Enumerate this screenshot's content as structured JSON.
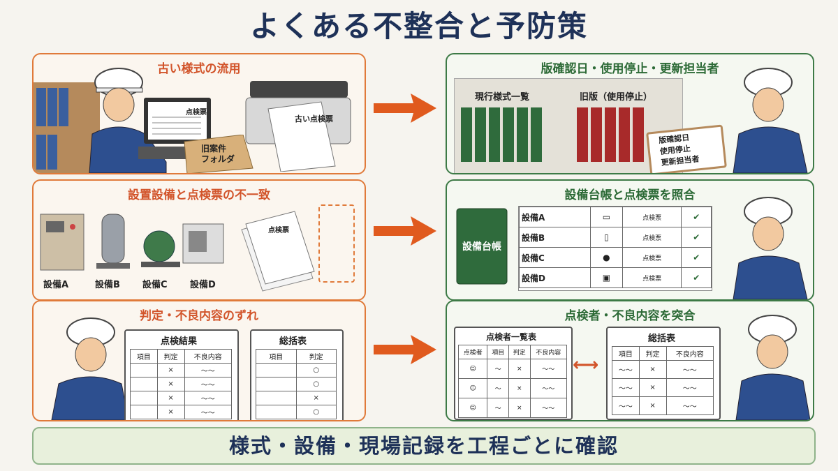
{
  "title": "よくある不整合と予防策",
  "footer": "様式・設備・現場記録を工程ごとに確認",
  "problems": [
    {
      "title": "古い様式の流用",
      "laptop_text": "点検票",
      "folder_text": "旧案件\nフォルダ",
      "printer_text": "古い点検票"
    },
    {
      "title": "設置設備と点検票の不一致",
      "equipment": [
        "設備A",
        "設備B",
        "設備C",
        "設備D"
      ],
      "sheet_text": "点検票"
    },
    {
      "title": "判定・不良内容のずれ",
      "result_sheet": {
        "title": "点検結果",
        "headers": [
          "項目",
          "判定",
          "不良内容"
        ],
        "marks": [
          "×",
          "×",
          "×",
          "×"
        ]
      },
      "summary_sheet": {
        "title": "総括表",
        "headers": [
          "項目",
          "判定"
        ],
        "marks": [
          "○",
          "○",
          "×",
          "○"
        ]
      }
    }
  ],
  "solutions": [
    {
      "title": "版確認日・使用停止・更新担当者",
      "current_label": "現行様式一覧",
      "old_label": "旧版（使用停止）",
      "board_lines": [
        "版確認日",
        "使用停止",
        "更新担当者"
      ]
    },
    {
      "title": "設備台帳と点検票を照合",
      "ledger_text": "設備台帳",
      "rows": [
        "設備A",
        "設備B",
        "設備C",
        "設備D"
      ],
      "card_text": "点検票"
    },
    {
      "title": "点検者・不良内容を突合",
      "list_sheet": {
        "title": "点検者一覧表",
        "headers": [
          "点検者",
          "項目",
          "判定",
          "不良内容"
        ],
        "marks": [
          "×",
          "×",
          "×"
        ]
      },
      "summary_sheet": {
        "title": "総括表",
        "headers": [
          "項目",
          "判定",
          "不良内容"
        ],
        "marks": [
          "×",
          "×",
          "×"
        ]
      }
    }
  ],
  "colors": {
    "problem": "#e07a3a",
    "solution": "#3d7a46",
    "arrow": "#e05a1e",
    "navy": "#1e3158"
  }
}
